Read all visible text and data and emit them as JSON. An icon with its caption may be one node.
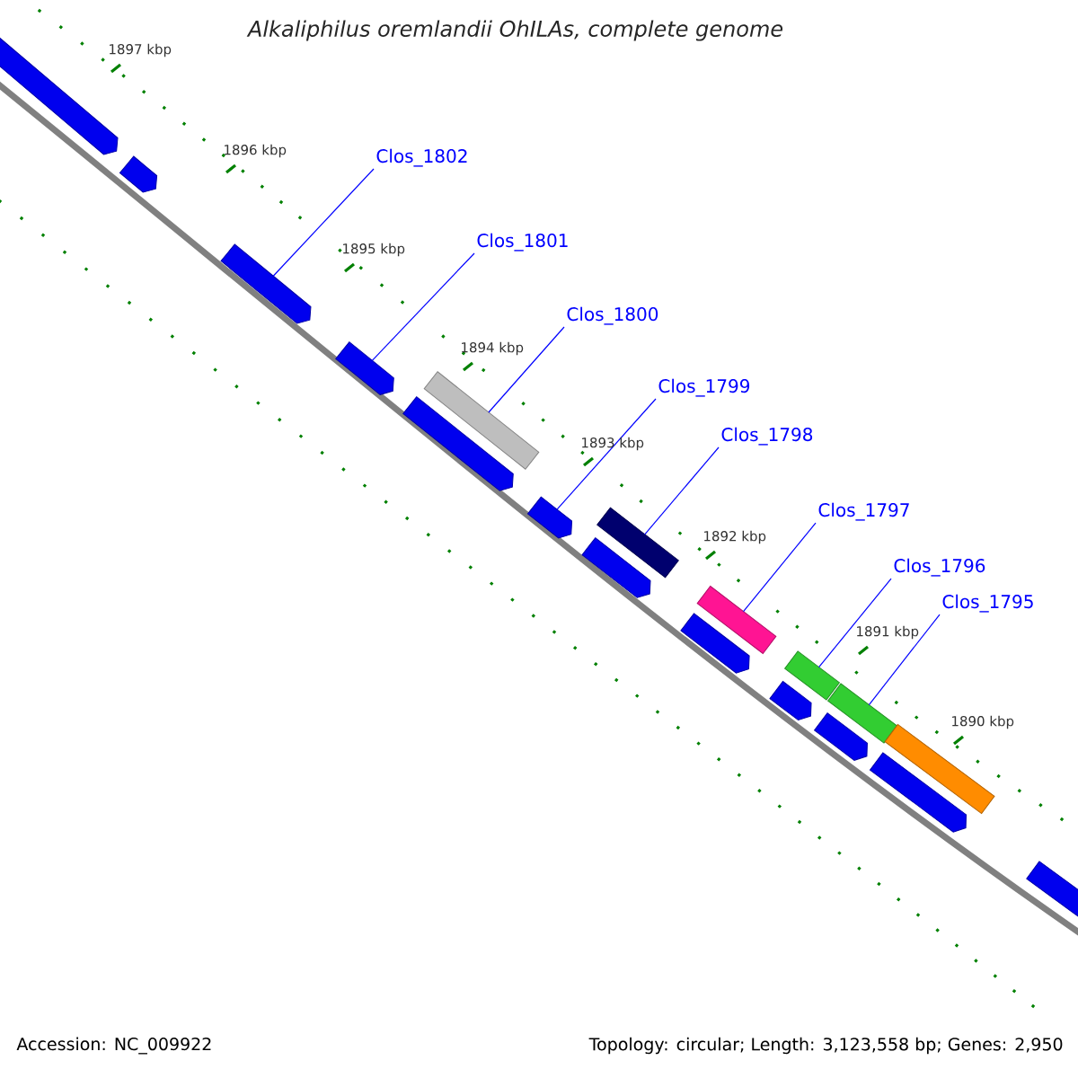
{
  "diagram": {
    "title": "Alkaliphilus oremlandii OhILAs, complete genome",
    "nodes": [
      {
        "text": [
          "Clos_1802"
        ]
      },
      {
        "text": [
          "Clos_1801"
        ]
      },
      {
        "text": [
          "Clos_1800"
        ]
      },
      {
        "text": [
          "Clos_1799"
        ]
      },
      {
        "text": [
          "Clos_1798"
        ]
      },
      {
        "text": [
          "Clos_1797"
        ]
      },
      {
        "text": [
          "Clos_1796"
        ]
      },
      {
        "text": [
          "Clos_1795"
        ]
      },
      {
        "text": [],
        "shape": "arrow"
      },
      {
        "text": [],
        "shape": "arrow"
      },
      {
        "text": [],
        "shape": "arrow"
      },
      {
        "text": [],
        "shape": "arrow"
      },
      {
        "text": [],
        "shape": "arrow"
      },
      {
        "text": [],
        "shape": "bar"
      },
      {
        "text": [],
        "shape": "arrow"
      },
      {
        "text": [],
        "shape": "arrow"
      },
      {
        "text": [],
        "shape": "bar"
      },
      {
        "text": [],
        "shape": "arrow"
      },
      {
        "text": [],
        "shape": "bar"
      },
      {
        "text": [],
        "shape": "arrow"
      },
      {
        "text": [],
        "shape": "bar"
      },
      {
        "text": [],
        "shape": "arrow"
      },
      {
        "text": [],
        "shape": "bar"
      },
      {
        "text": [],
        "shape": "arrow"
      },
      {
        "text": [],
        "shape": "bar"
      },
      {
        "text": [],
        "shape": "arrow"
      }
    ],
    "edges": [
      {
        "from": 0,
        "to": 10,
        "arrow": "none"
      },
      {
        "from": 1,
        "to": 11,
        "arrow": "none"
      },
      {
        "from": 2,
        "to": 13,
        "arrow": "none"
      },
      {
        "from": 3,
        "to": 14,
        "arrow": "none"
      },
      {
        "from": 4,
        "to": 16,
        "arrow": "none"
      },
      {
        "from": 5,
        "to": 18,
        "arrow": "none"
      },
      {
        "from": 6,
        "to": 20,
        "arrow": "none"
      },
      {
        "from": 7,
        "to": 22,
        "arrow": "none"
      }
    ],
    "labels": [
      "1897 kbp",
      "1896 kbp",
      "1895 kbp",
      "1894 kbp",
      "1893 kbp",
      "1892 kbp",
      "1891 kbp",
      "1890 kbp",
      "Accession: NC_009922",
      "Topology: circular; Length: 3,123,558 bp; Genes: 2,950"
    ]
  }
}
